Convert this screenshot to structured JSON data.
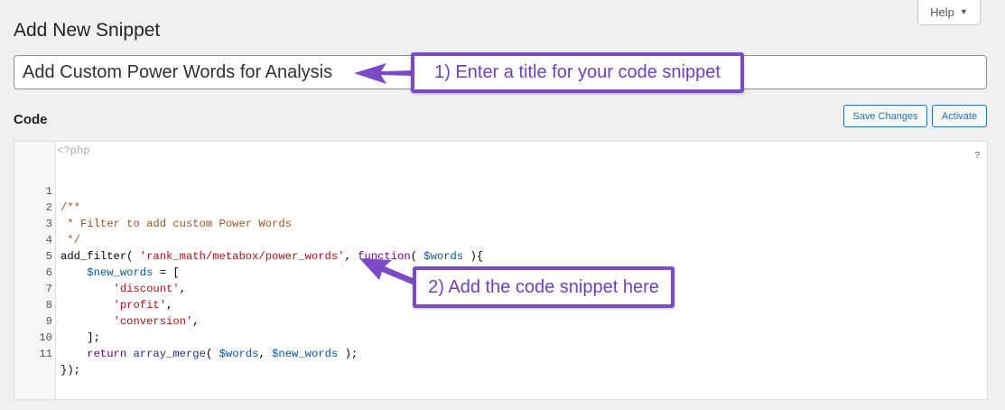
{
  "header": {
    "help_label": "Help",
    "help_icon": "triangle-down-icon",
    "page_title": "Add New Snippet"
  },
  "title_field": {
    "value": "Add Custom Power Words for Analysis"
  },
  "code_section": {
    "label": "Code",
    "save_button": "Save Changes",
    "activate_button": "Activate",
    "help_marker": "?",
    "php_open_tag": "<?php",
    "lines": [
      {
        "n": "1",
        "text": "/**"
      },
      {
        "n": "2",
        "text": " * Filter to add custom Power Words"
      },
      {
        "n": "3",
        "text": " */"
      },
      {
        "n": "4",
        "text": "add_filter( 'rank_math/metabox/power_words', function( $words ){"
      },
      {
        "n": "5",
        "text": "    $new_words = ["
      },
      {
        "n": "6",
        "text": "        'discount',"
      },
      {
        "n": "7",
        "text": "        'profit',"
      },
      {
        "n": "8",
        "text": "        'conversion',"
      },
      {
        "n": "9",
        "text": "    ];"
      },
      {
        "n": "10",
        "text": "    return array_merge( $words, $new_words );"
      },
      {
        "n": "11",
        "text": "});"
      }
    ]
  },
  "annotations": {
    "callout_1": "1) Enter a title for your code snippet",
    "callout_2": "2) Add the code snippet here",
    "color": "#7b4ac6"
  },
  "colors": {
    "background": "#f0f0f1",
    "button_accent": "#2271b1",
    "comment": "#a0521d",
    "string": "#aa1111",
    "keyword": "#770088",
    "variable": "#0055aa"
  }
}
